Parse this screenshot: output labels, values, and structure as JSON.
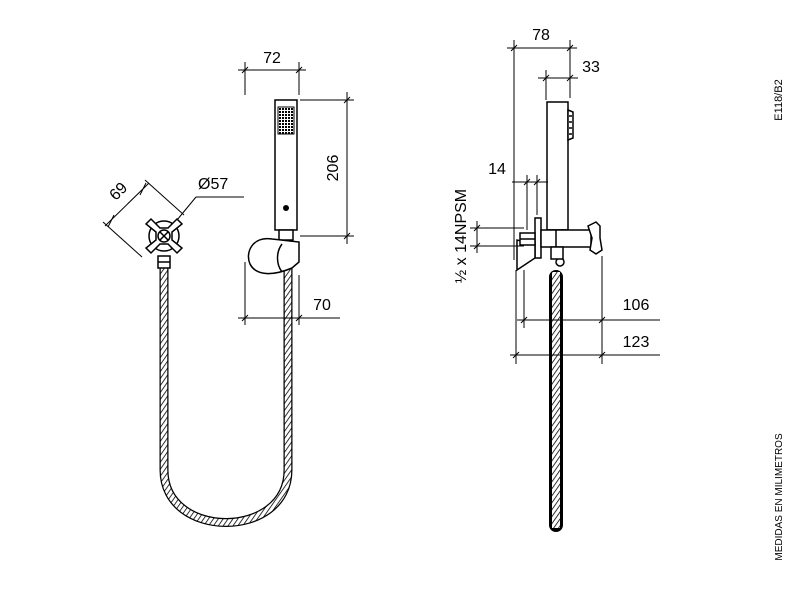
{
  "drawing_code": "E118/B2",
  "units_note": "MEDIDAS EN MILIMETROS",
  "front_view": {
    "width_label": "72",
    "height_label": "206",
    "projection_label": "70",
    "diameter_label": "Ø57",
    "diagonal_label": "69"
  },
  "side_view": {
    "total_depth_label": "78",
    "handle_depth_label": "33",
    "flange_label": "14",
    "thread_label": "½ x 14NPSM",
    "depth_106_label": "106",
    "depth_123_label": "123"
  }
}
